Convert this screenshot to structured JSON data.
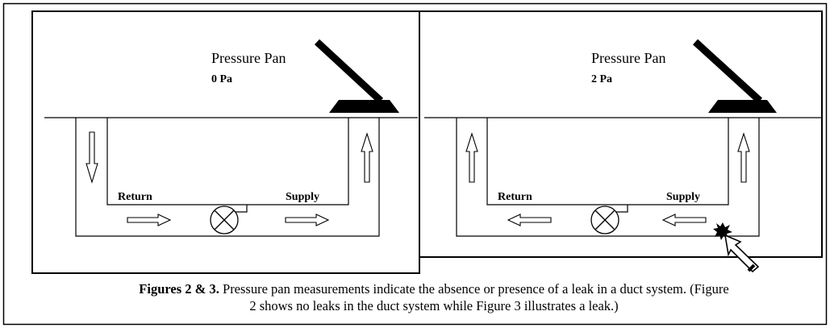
{
  "figure2": {
    "title": "Pressure Pan",
    "reading": "0 Pa",
    "return_label": "Return",
    "supply_label": "Supply"
  },
  "figure3": {
    "title": "Pressure Pan",
    "reading": "2 Pa",
    "return_label": "Return",
    "supply_label": "Supply"
  },
  "caption": {
    "bold": "Figures 2 & 3.",
    "line1": " Pressure pan measurements indicate the absence or presence of a leak in a duct system.  (Figure",
    "line2": "2 shows no leaks in the duct system while Figure 3 illustrates a leak.)"
  }
}
